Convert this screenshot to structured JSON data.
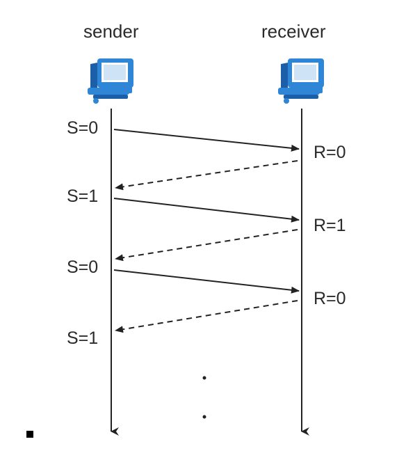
{
  "parties": {
    "sender": "sender",
    "receiver": "receiver"
  },
  "sender_states": [
    "S=0",
    "S=1",
    "S=0",
    "S=1"
  ],
  "receiver_states": [
    "R=0",
    "R=1",
    "R=0"
  ],
  "icons": {
    "sender": "computer-icon",
    "receiver": "computer-icon"
  },
  "colors": {
    "icon_blue": "#2f86d6",
    "icon_blue_dark": "#1a5fa8",
    "line": "#222222"
  }
}
